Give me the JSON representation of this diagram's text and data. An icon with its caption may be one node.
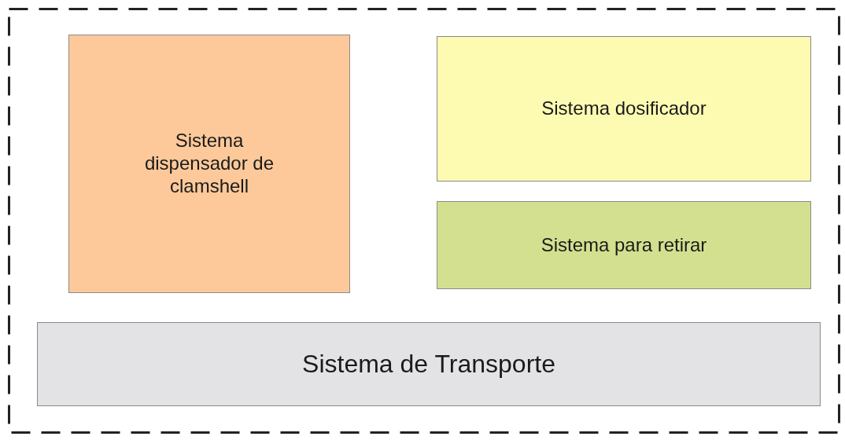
{
  "diagram": {
    "nodes": [
      {
        "text": [],
        "shape": "box"
      },
      {
        "text": [
          "Sistema dispensador de clamshell"
        ],
        "in": 0
      },
      {
        "text": [
          "Sistema dosificador"
        ],
        "in": 0
      },
      {
        "text": [
          "Sistema para retirar"
        ],
        "in": 0
      },
      {
        "text": [
          "Sistema de Transporte"
        ],
        "in": 0
      }
    ]
  }
}
